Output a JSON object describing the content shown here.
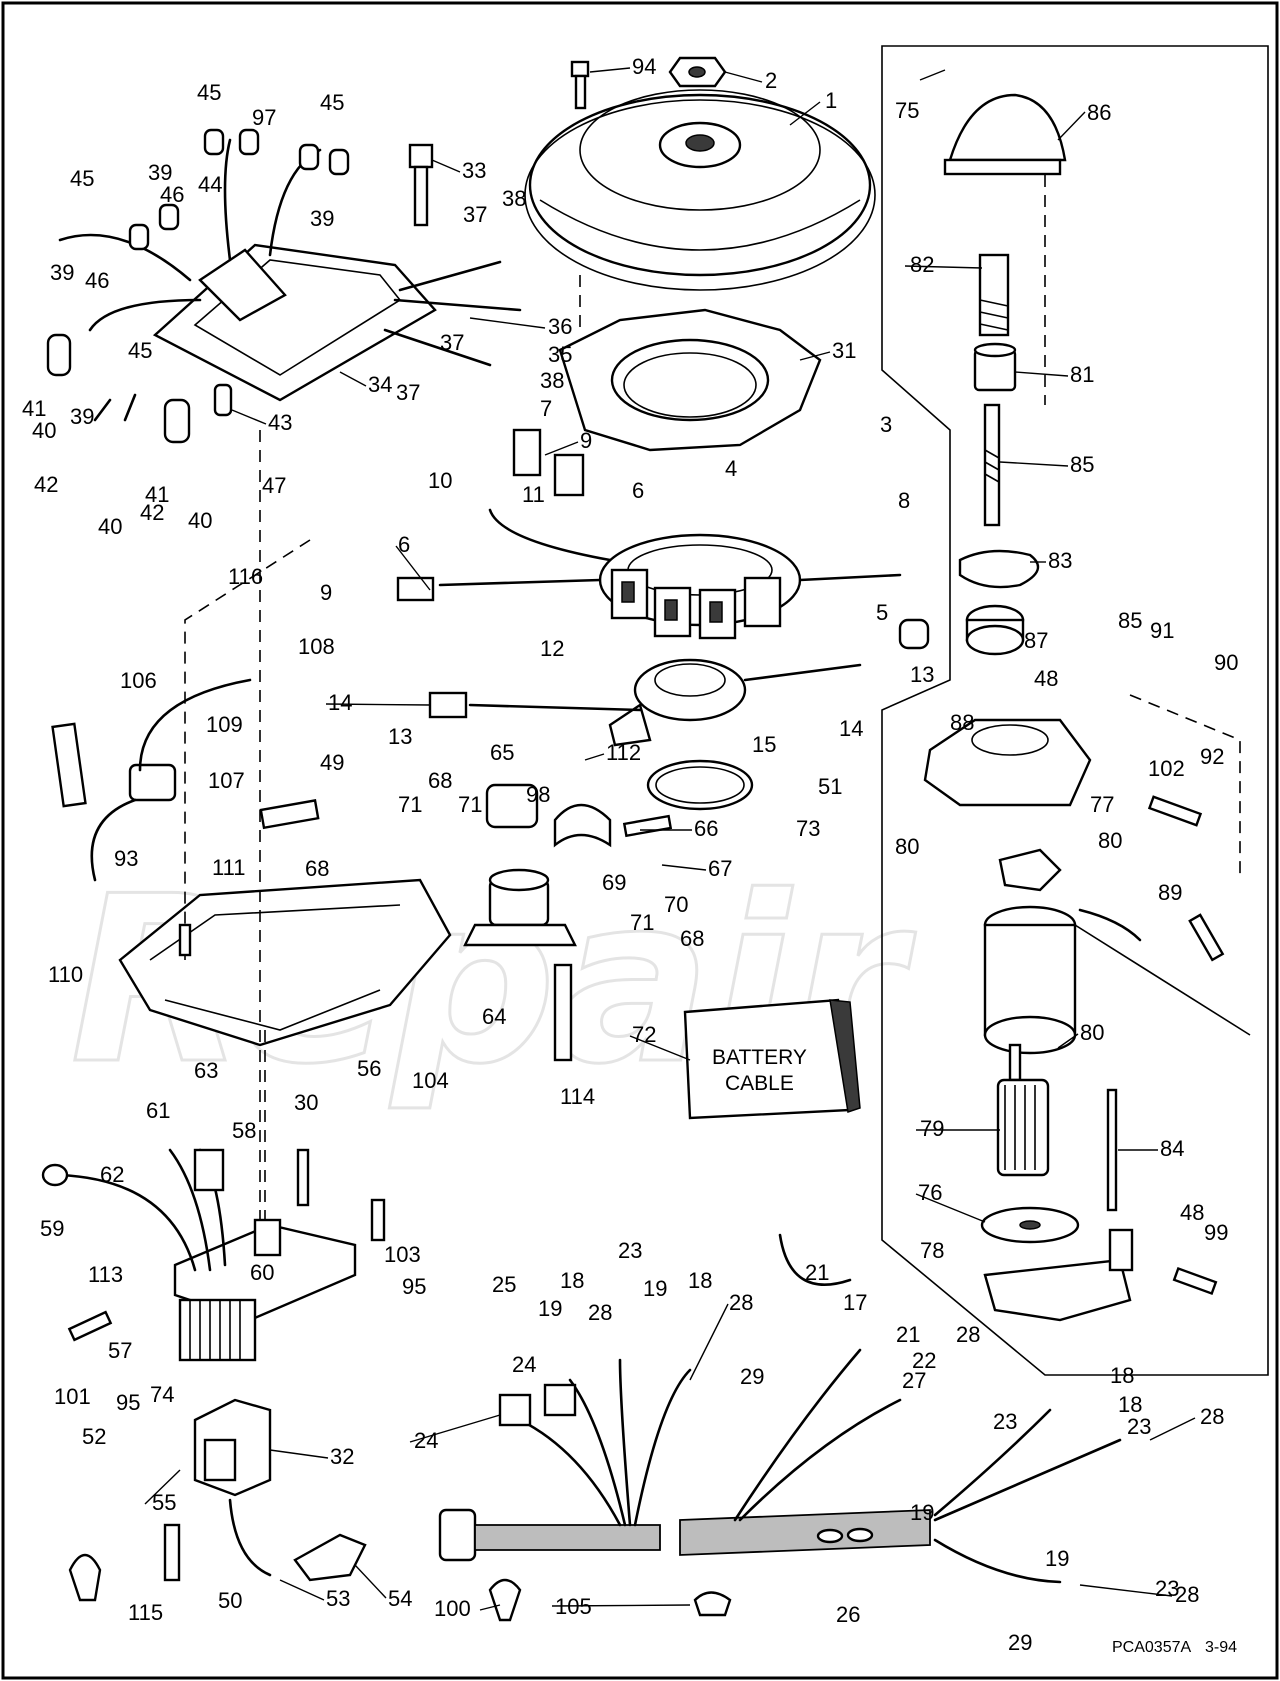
{
  "diagram": {
    "reference_code": "PCA0357A",
    "date_code": "3-94",
    "battery_box": {
      "line1": "BATTERY",
      "line2": "CABLE"
    },
    "callouts": [
      {
        "label": "94"
      },
      {
        "label": "2"
      },
      {
        "label": "1"
      },
      {
        "label": "75"
      },
      {
        "label": "86"
      },
      {
        "label": "45"
      },
      {
        "label": "97"
      },
      {
        "label": "45"
      },
      {
        "label": "33"
      },
      {
        "label": "39"
      },
      {
        "label": "45"
      },
      {
        "label": "46"
      },
      {
        "label": "44"
      },
      {
        "label": "39"
      },
      {
        "label": "38"
      },
      {
        "label": "37"
      },
      {
        "label": "82"
      },
      {
        "label": "39"
      },
      {
        "label": "46"
      },
      {
        "label": "36"
      },
      {
        "label": "35"
      },
      {
        "label": "31"
      },
      {
        "label": "37"
      },
      {
        "label": "45"
      },
      {
        "label": "38"
      },
      {
        "label": "81"
      },
      {
        "label": "41"
      },
      {
        "label": "39"
      },
      {
        "label": "34"
      },
      {
        "label": "37"
      },
      {
        "label": "40"
      },
      {
        "label": "43"
      },
      {
        "label": "7"
      },
      {
        "label": "3"
      },
      {
        "label": "9"
      },
      {
        "label": "42"
      },
      {
        "label": "41"
      },
      {
        "label": "47"
      },
      {
        "label": "10"
      },
      {
        "label": "85"
      },
      {
        "label": "4"
      },
      {
        "label": "11"
      },
      {
        "label": "6"
      },
      {
        "label": "40"
      },
      {
        "label": "42"
      },
      {
        "label": "40"
      },
      {
        "label": "8"
      },
      {
        "label": "116"
      },
      {
        "label": "6"
      },
      {
        "label": "83"
      },
      {
        "label": "9"
      },
      {
        "label": "5"
      },
      {
        "label": "85"
      },
      {
        "label": "108"
      },
      {
        "label": "91"
      },
      {
        "label": "87"
      },
      {
        "label": "90"
      },
      {
        "label": "12"
      },
      {
        "label": "106"
      },
      {
        "label": "13"
      },
      {
        "label": "48"
      },
      {
        "label": "14"
      },
      {
        "label": "14"
      },
      {
        "label": "109"
      },
      {
        "label": "88"
      },
      {
        "label": "92"
      },
      {
        "label": "13"
      },
      {
        "label": "15"
      },
      {
        "label": "112"
      },
      {
        "label": "65"
      },
      {
        "label": "102"
      },
      {
        "label": "49"
      },
      {
        "label": "107"
      },
      {
        "label": "68"
      },
      {
        "label": "98"
      },
      {
        "label": "51"
      },
      {
        "label": "77"
      },
      {
        "label": "71"
      },
      {
        "label": "71"
      },
      {
        "label": "73"
      },
      {
        "label": "66"
      },
      {
        "label": "80"
      },
      {
        "label": "80"
      },
      {
        "label": "93"
      },
      {
        "label": "111"
      },
      {
        "label": "68"
      },
      {
        "label": "67"
      },
      {
        "label": "89"
      },
      {
        "label": "69"
      },
      {
        "label": "70"
      },
      {
        "label": "71"
      },
      {
        "label": "68"
      },
      {
        "label": "110"
      },
      {
        "label": "64"
      },
      {
        "label": "72"
      },
      {
        "label": "80"
      },
      {
        "label": "56"
      },
      {
        "label": "104"
      },
      {
        "label": "114"
      },
      {
        "label": "63"
      },
      {
        "label": "30"
      },
      {
        "label": "61"
      },
      {
        "label": "58"
      },
      {
        "label": "79"
      },
      {
        "label": "84"
      },
      {
        "label": "62"
      },
      {
        "label": "76"
      },
      {
        "label": "48"
      },
      {
        "label": "59"
      },
      {
        "label": "60"
      },
      {
        "label": "103"
      },
      {
        "label": "99"
      },
      {
        "label": "78"
      },
      {
        "label": "113"
      },
      {
        "label": "95"
      },
      {
        "label": "23"
      },
      {
        "label": "21"
      },
      {
        "label": "17"
      },
      {
        "label": "25"
      },
      {
        "label": "18"
      },
      {
        "label": "19"
      },
      {
        "label": "28"
      },
      {
        "label": "19"
      },
      {
        "label": "18"
      },
      {
        "label": "28"
      },
      {
        "label": "57"
      },
      {
        "label": "24"
      },
      {
        "label": "21"
      },
      {
        "label": "28"
      },
      {
        "label": "22"
      },
      {
        "label": "29"
      },
      {
        "label": "18"
      },
      {
        "label": "27"
      },
      {
        "label": "101"
      },
      {
        "label": "18"
      },
      {
        "label": "23"
      },
      {
        "label": "23"
      },
      {
        "label": "28"
      },
      {
        "label": "95"
      },
      {
        "label": "74"
      },
      {
        "label": "24"
      },
      {
        "label": "52"
      },
      {
        "label": "32"
      },
      {
        "label": "19"
      },
      {
        "label": "55"
      },
      {
        "label": "19"
      },
      {
        "label": "23"
      },
      {
        "label": "115"
      },
      {
        "label": "50"
      },
      {
        "label": "53"
      },
      {
        "label": "54"
      },
      {
        "label": "100"
      },
      {
        "label": "105"
      },
      {
        "label": "26"
      },
      {
        "label": "28"
      },
      {
        "label": "29"
      }
    ]
  }
}
